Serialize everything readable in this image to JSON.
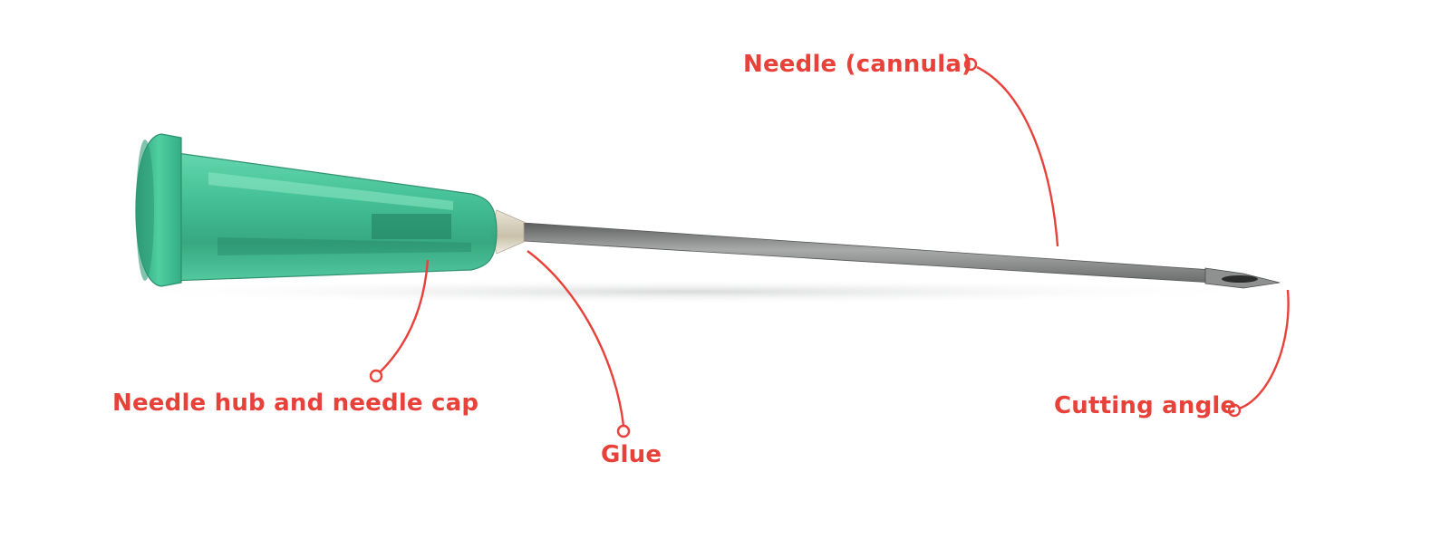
{
  "diagram": {
    "accent_color": "#e8413a",
    "hub_color": "#3fbf94",
    "labels": {
      "needle": "Needle (cannula)",
      "hub": "Needle hub and needle cap",
      "glue": "Glue",
      "cutting_angle": "Cutting angle"
    }
  }
}
